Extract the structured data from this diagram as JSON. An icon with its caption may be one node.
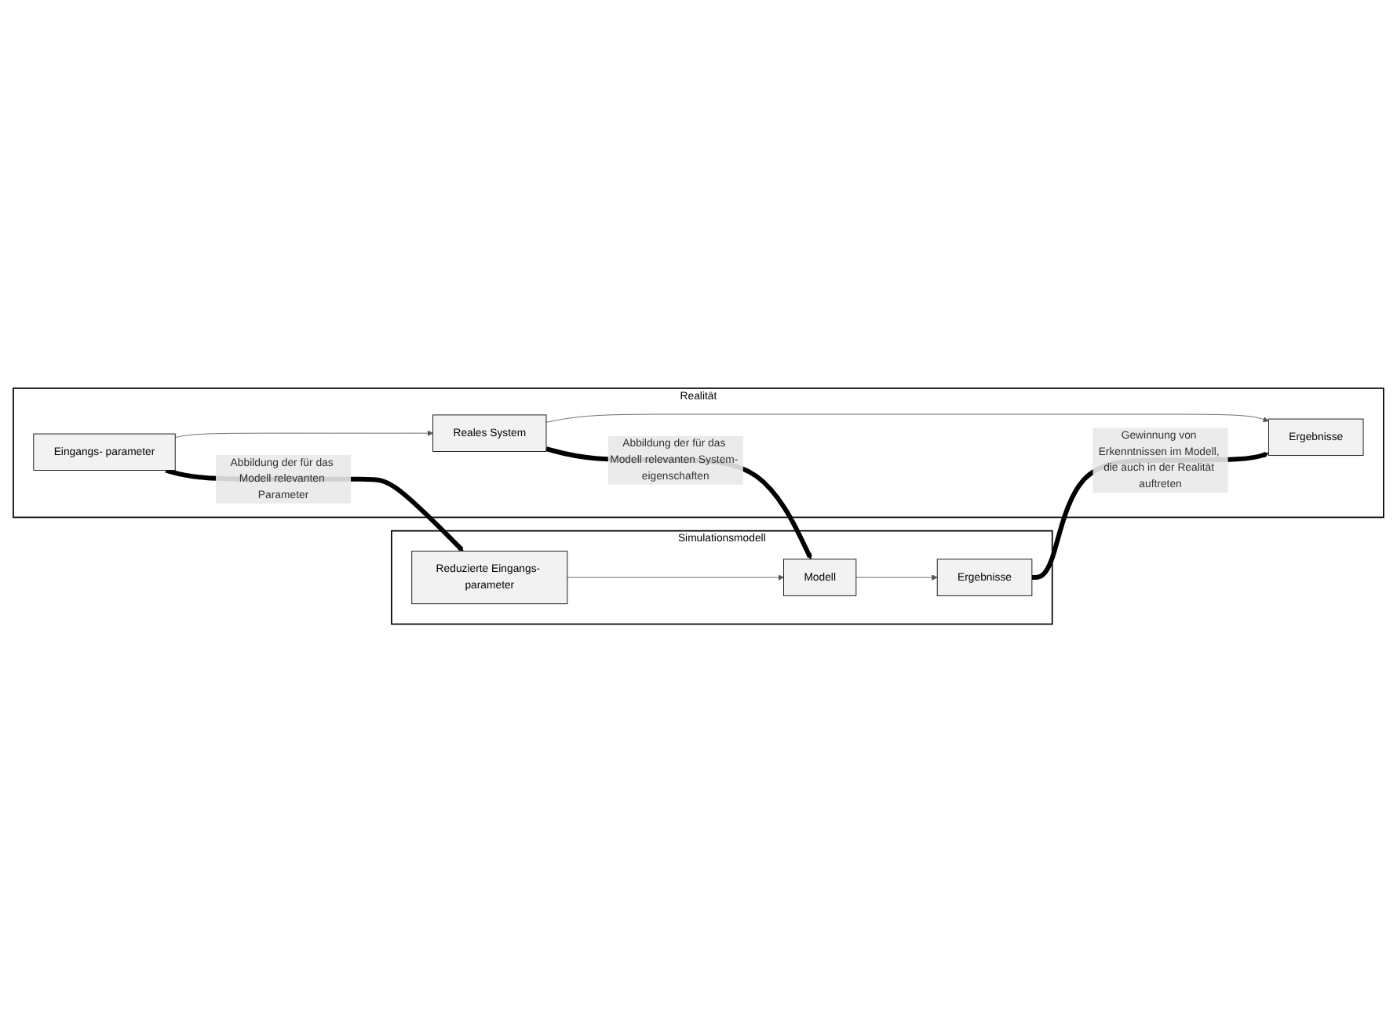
{
  "diagram": {
    "nodes": [
      {
        "text": [
          "Realität"
        ]
      },
      {
        "text": [
          "Eingangs- parameter"
        ],
        "in": 0
      },
      {
        "text": [
          "Reales System"
        ],
        "in": 0
      },
      {
        "text": [
          "Ergebnisse"
        ],
        "in": 0
      },
      {
        "text": [
          "Simulationsmodell"
        ]
      },
      {
        "text": [
          "Reduzierte Eingangs- parameter"
        ],
        "in": 4
      },
      {
        "text": [
          "Modell"
        ],
        "in": 4
      },
      {
        "text": [
          "Ergebnisse"
        ],
        "in": 4
      }
    ],
    "edges": [
      {
        "from": 1,
        "to": 2,
        "arrow": "to"
      },
      {
        "from": 2,
        "to": 3,
        "arrow": "to"
      },
      {
        "from": 1,
        "to": 5,
        "arrow": "to",
        "style": "thick",
        "label": "Abbildung der für das Modell relevanten Parameter"
      },
      {
        "from": 2,
        "to": 6,
        "arrow": "to",
        "style": "thick",
        "label": "Abbildung der für das Modell relevanten System- eigenschaften"
      },
      {
        "from": 7,
        "to": 3,
        "arrow": "to",
        "style": "thick",
        "label": "Gewinnung von Erkenntnissen im Modell, die auch in der Realität auftreten"
      },
      {
        "from": 5,
        "to": 6,
        "arrow": "to"
      },
      {
        "from": 6,
        "to": 7,
        "arrow": "to"
      }
    ]
  }
}
